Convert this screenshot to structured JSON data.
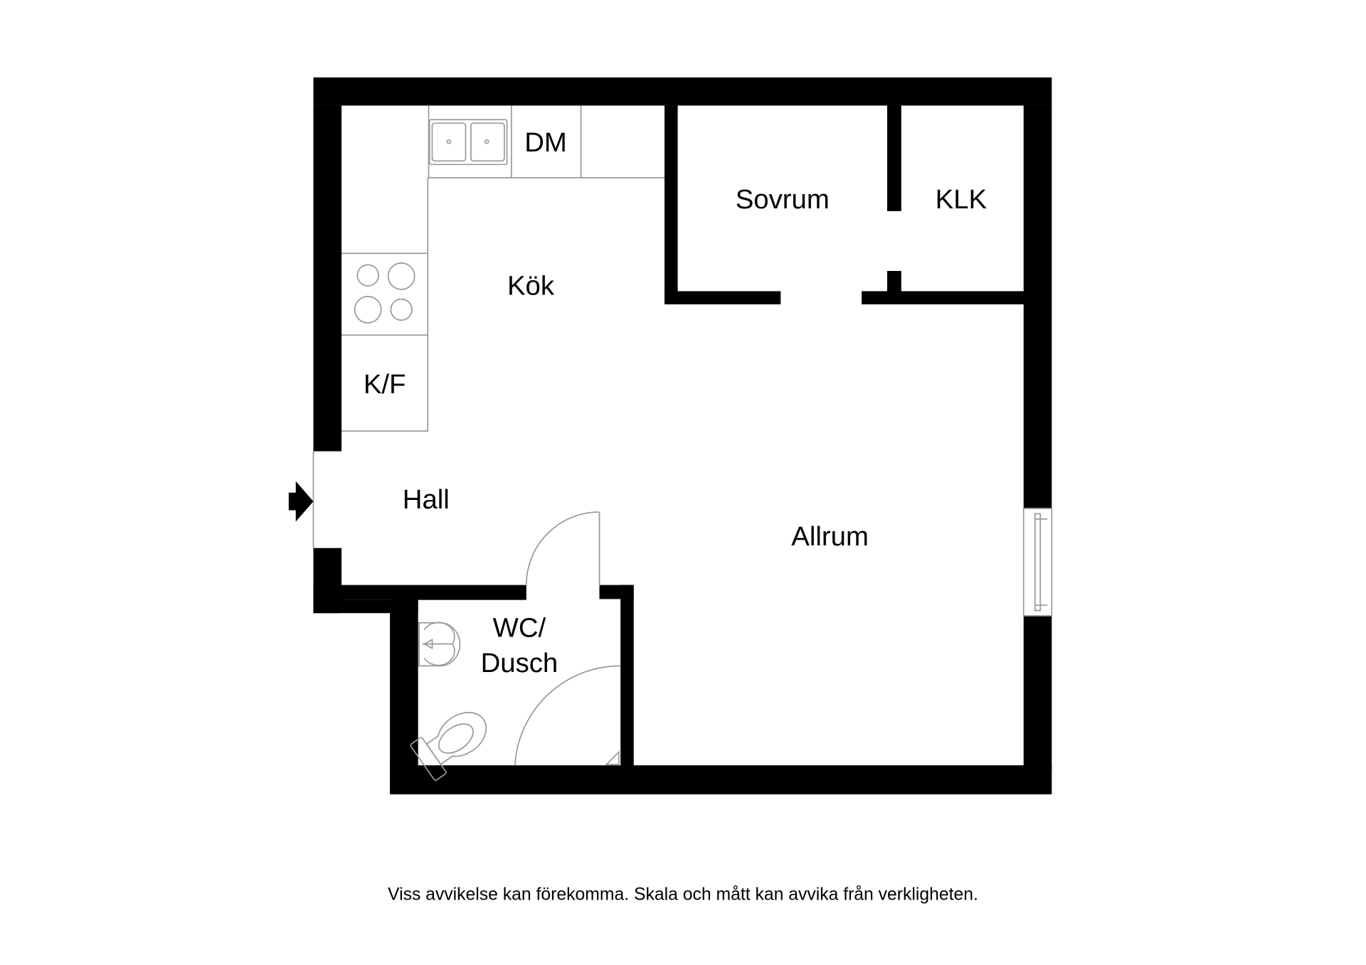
{
  "floorplan": {
    "rooms": {
      "kitchen": "Kök",
      "bedroom": "Sovrum",
      "closet": "KLK",
      "hall": "Hall",
      "living": "Allrum",
      "bathroom_line1": "WC/",
      "bathroom_line2": "Dusch"
    },
    "fixtures": {
      "dishwasher": "DM",
      "fridge_freezer": "K/F"
    },
    "disclaimer": "Viss avvikelse kan förekomma. Skala och mått kan avvika från verkligheten.",
    "colors": {
      "wall": "#000000",
      "fixture": "#9a9a9a"
    }
  }
}
